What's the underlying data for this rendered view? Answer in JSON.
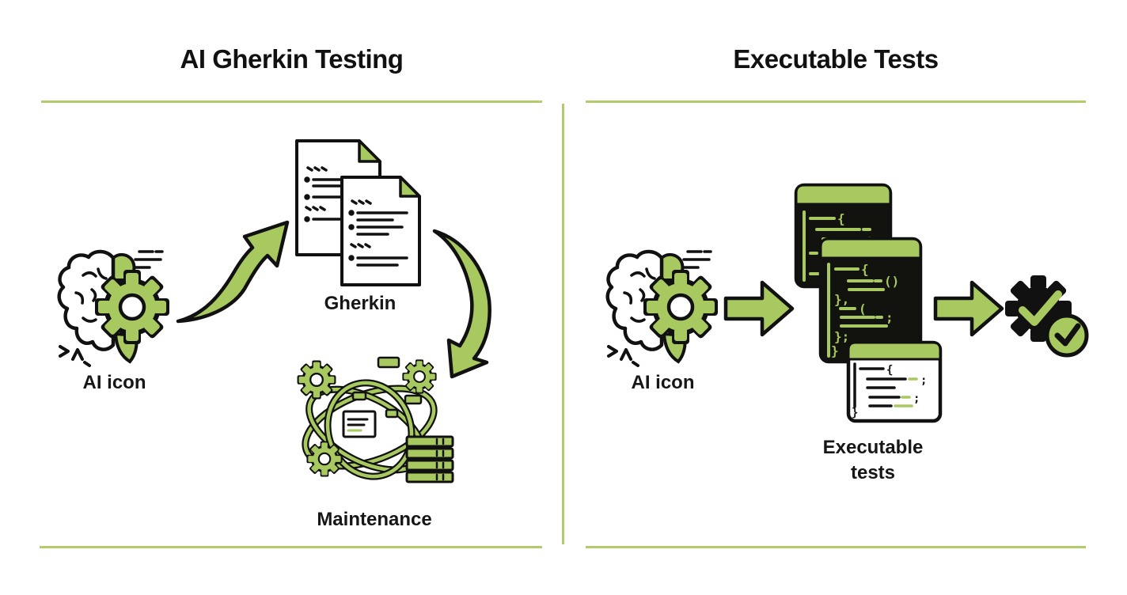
{
  "colors": {
    "background": "#ffffff",
    "accent_green": "#a8c95f",
    "rule_green": "#b2cb6d",
    "ink": "#111111",
    "code_window_bg": "#12120e",
    "label_text": "#161616"
  },
  "left_panel": {
    "title": "AI Gherkin Testing",
    "ai_icon_label": "AI icon",
    "gherkin_label": "Gherkin",
    "maintenance_label": "Maintenance"
  },
  "right_panel": {
    "title": "Executable Tests",
    "ai_icon_label": "AI icon",
    "executable_tests_label": "Executable tests"
  },
  "icons": {
    "ai": "brain-gear-icon",
    "gherkin_documents": "documents-icon",
    "flow_up": "curved-arrow-up-icon",
    "flow_down": "curved-arrow-down-icon",
    "maintenance": "tangled-gears-icon",
    "flow_right": "right-block-arrow-icon",
    "code_windows": "code-windows-icon",
    "verified": "gear-check-icon"
  },
  "code_glyphs": {
    "open_brace": "{",
    "close_brace": "}",
    "semicolon": ";",
    "parens": "()",
    "open_paren": "(",
    "close_brace_comma": "},",
    "close_brace_semicolon": "};"
  }
}
